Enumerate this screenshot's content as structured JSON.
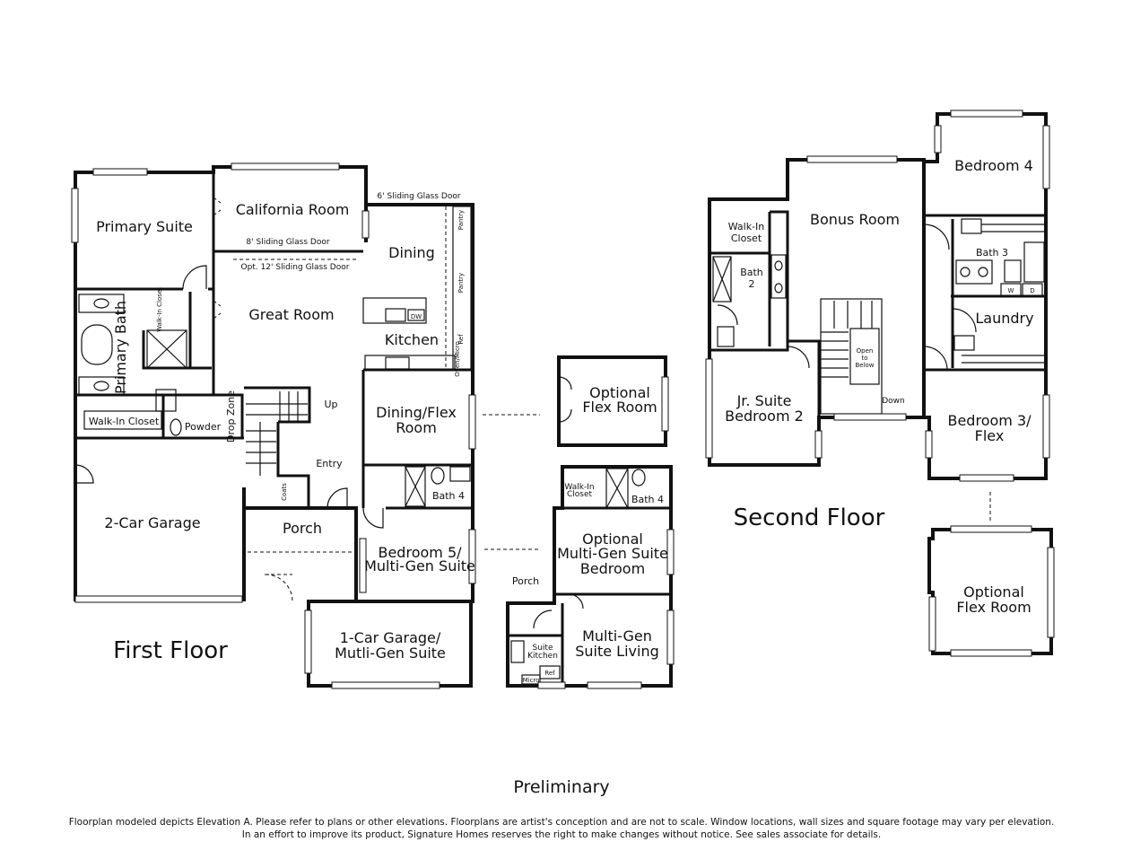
{
  "floors": {
    "first": "First Floor",
    "second": "Second Floor"
  },
  "rooms": {
    "primary_suite": "Primary Suite",
    "california_room": "California Room",
    "dining": "Dining",
    "great_room": "Great Room",
    "kitchen": "Kitchen",
    "primary_bath": "Primary Bath",
    "walk_in_closet": "Walk-In Closet",
    "powder": "Powder",
    "drop_zone": "Drop Zone",
    "entry": "Entry",
    "up": "Up",
    "coats": "Coats",
    "dining_flex_1": "Dining/Flex",
    "dining_flex_2": "Room",
    "two_car_garage": "2-Car Garage",
    "porch": "Porch",
    "bath_4": "Bath 4",
    "bedroom5_1": "Bedroom 5/",
    "bedroom5_2": "Multi-Gen Suite",
    "garage1_1": "1-Car Garage/",
    "garage1_2": "Mutli-Gen Suite",
    "pantry": "Pantry",
    "dw": "DW",
    "ref": "Ref",
    "oven_micro": "Oven/Micro",
    "walk_in_closet_small": "Walk-In Closet"
  },
  "labels": {
    "six_ft_slider": "6' Sliding Glass Door",
    "eight_ft_slider": "8' Sliding Glass Door",
    "opt_twelve_ft_slider": "Opt. 12' Sliding Glass Door"
  },
  "optional_first": {
    "flex_1": "Optional",
    "flex_2": "Flex Room",
    "walkin_1": "Walk-In",
    "walkin_2": "Closet",
    "bath_4": "Bath 4",
    "mg_bed_1": "Optional",
    "mg_bed_2": "Multi-Gen Suite",
    "mg_bed_3": "Bedroom",
    "porch": "Porch",
    "suite_kitchen_1": "Suite",
    "suite_kitchen_2": "Kitchen",
    "ref": "Ref",
    "micro": "Micro",
    "mg_living_1": "Multi-Gen",
    "mg_living_2": "Suite Living"
  },
  "second": {
    "bedroom4": "Bedroom 4",
    "bonus_room": "Bonus Room",
    "walkin_1": "Walk-In",
    "walkin_2": "Closet",
    "bath2_1": "Bath",
    "bath2_2": "2",
    "bath3": "Bath 3",
    "laundry": "Laundry",
    "w": "W",
    "dryer": "D",
    "jr_suite_1": "Jr. Suite",
    "jr_suite_2": "Bedroom 2",
    "down": "Down",
    "open_1": "Open",
    "open_2": "to",
    "open_3": "Below",
    "bedroom3_1": "Bedroom 3/",
    "bedroom3_2": "Flex",
    "opt_flex_1": "Optional",
    "opt_flex_2": "Flex Room"
  },
  "footer": {
    "preliminary": "Preliminary",
    "disclaimer_1": "Floorplan modeled depicts Elevation A. Please refer to plans or other elevations. Floorplans are artist's conception and are not to scale. Window locations, wall sizes and square footage may vary per elevation.",
    "disclaimer_2": "In an effort to improve its product, Signature Homes reserves the right to make changes without notice. See sales associate for details."
  }
}
